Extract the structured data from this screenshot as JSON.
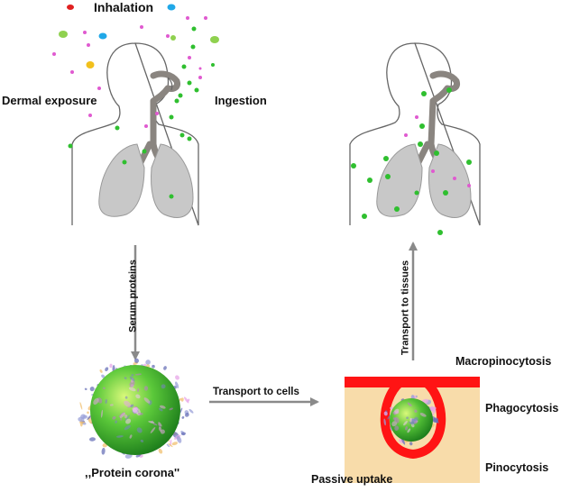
{
  "labels": {
    "inhalation": "Inhalation",
    "dermal": "Dermal exposure",
    "ingestion": "Ingestion",
    "serum": "Serum proteins",
    "transport_tissues": "Transport to tissues",
    "transport_cells": "Transport to cells",
    "corona": ",,Protein corona''",
    "macro": "Macropinocytosis",
    "phago": "Phagocytosis",
    "pino": "Pinocytosis",
    "passive": "Passive uptake"
  },
  "colors": {
    "particle_green": "#2fbf2f",
    "particle_pink": "#e05ad0",
    "particle_red": "#e02020",
    "particle_cyan": "#20a8e8",
    "particle_lime": "#8fd14f",
    "particle_yellow": "#f2c01c",
    "airway": "#8a8580",
    "lung": "#c8c8c8",
    "membrane": "#ff1414",
    "cytoplasm": "#f8dcaa",
    "arrow": "#8a8a8a"
  }
}
